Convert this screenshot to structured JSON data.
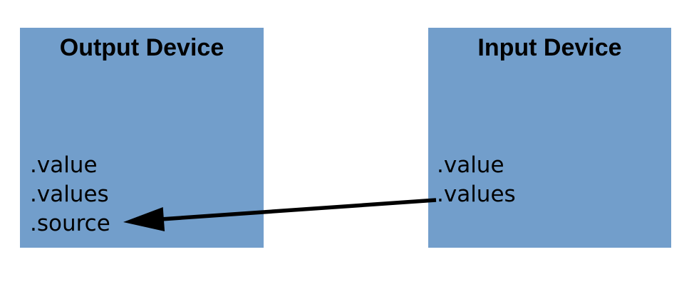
{
  "diagram": {
    "background_color": "#ffffff",
    "box_fill_color": "#729ECB",
    "text_color": "#000000",
    "arrow_color": "#000000",
    "output_device": {
      "title": "Output Device",
      "properties": [
        ".value",
        ".values",
        ".source"
      ]
    },
    "input_device": {
      "title": "Input Device",
      "properties": [
        ".value",
        ".values"
      ]
    },
    "arrow": {
      "description": "arrow from Input Device .values to Output Device .source",
      "direction": "right-to-left"
    }
  }
}
